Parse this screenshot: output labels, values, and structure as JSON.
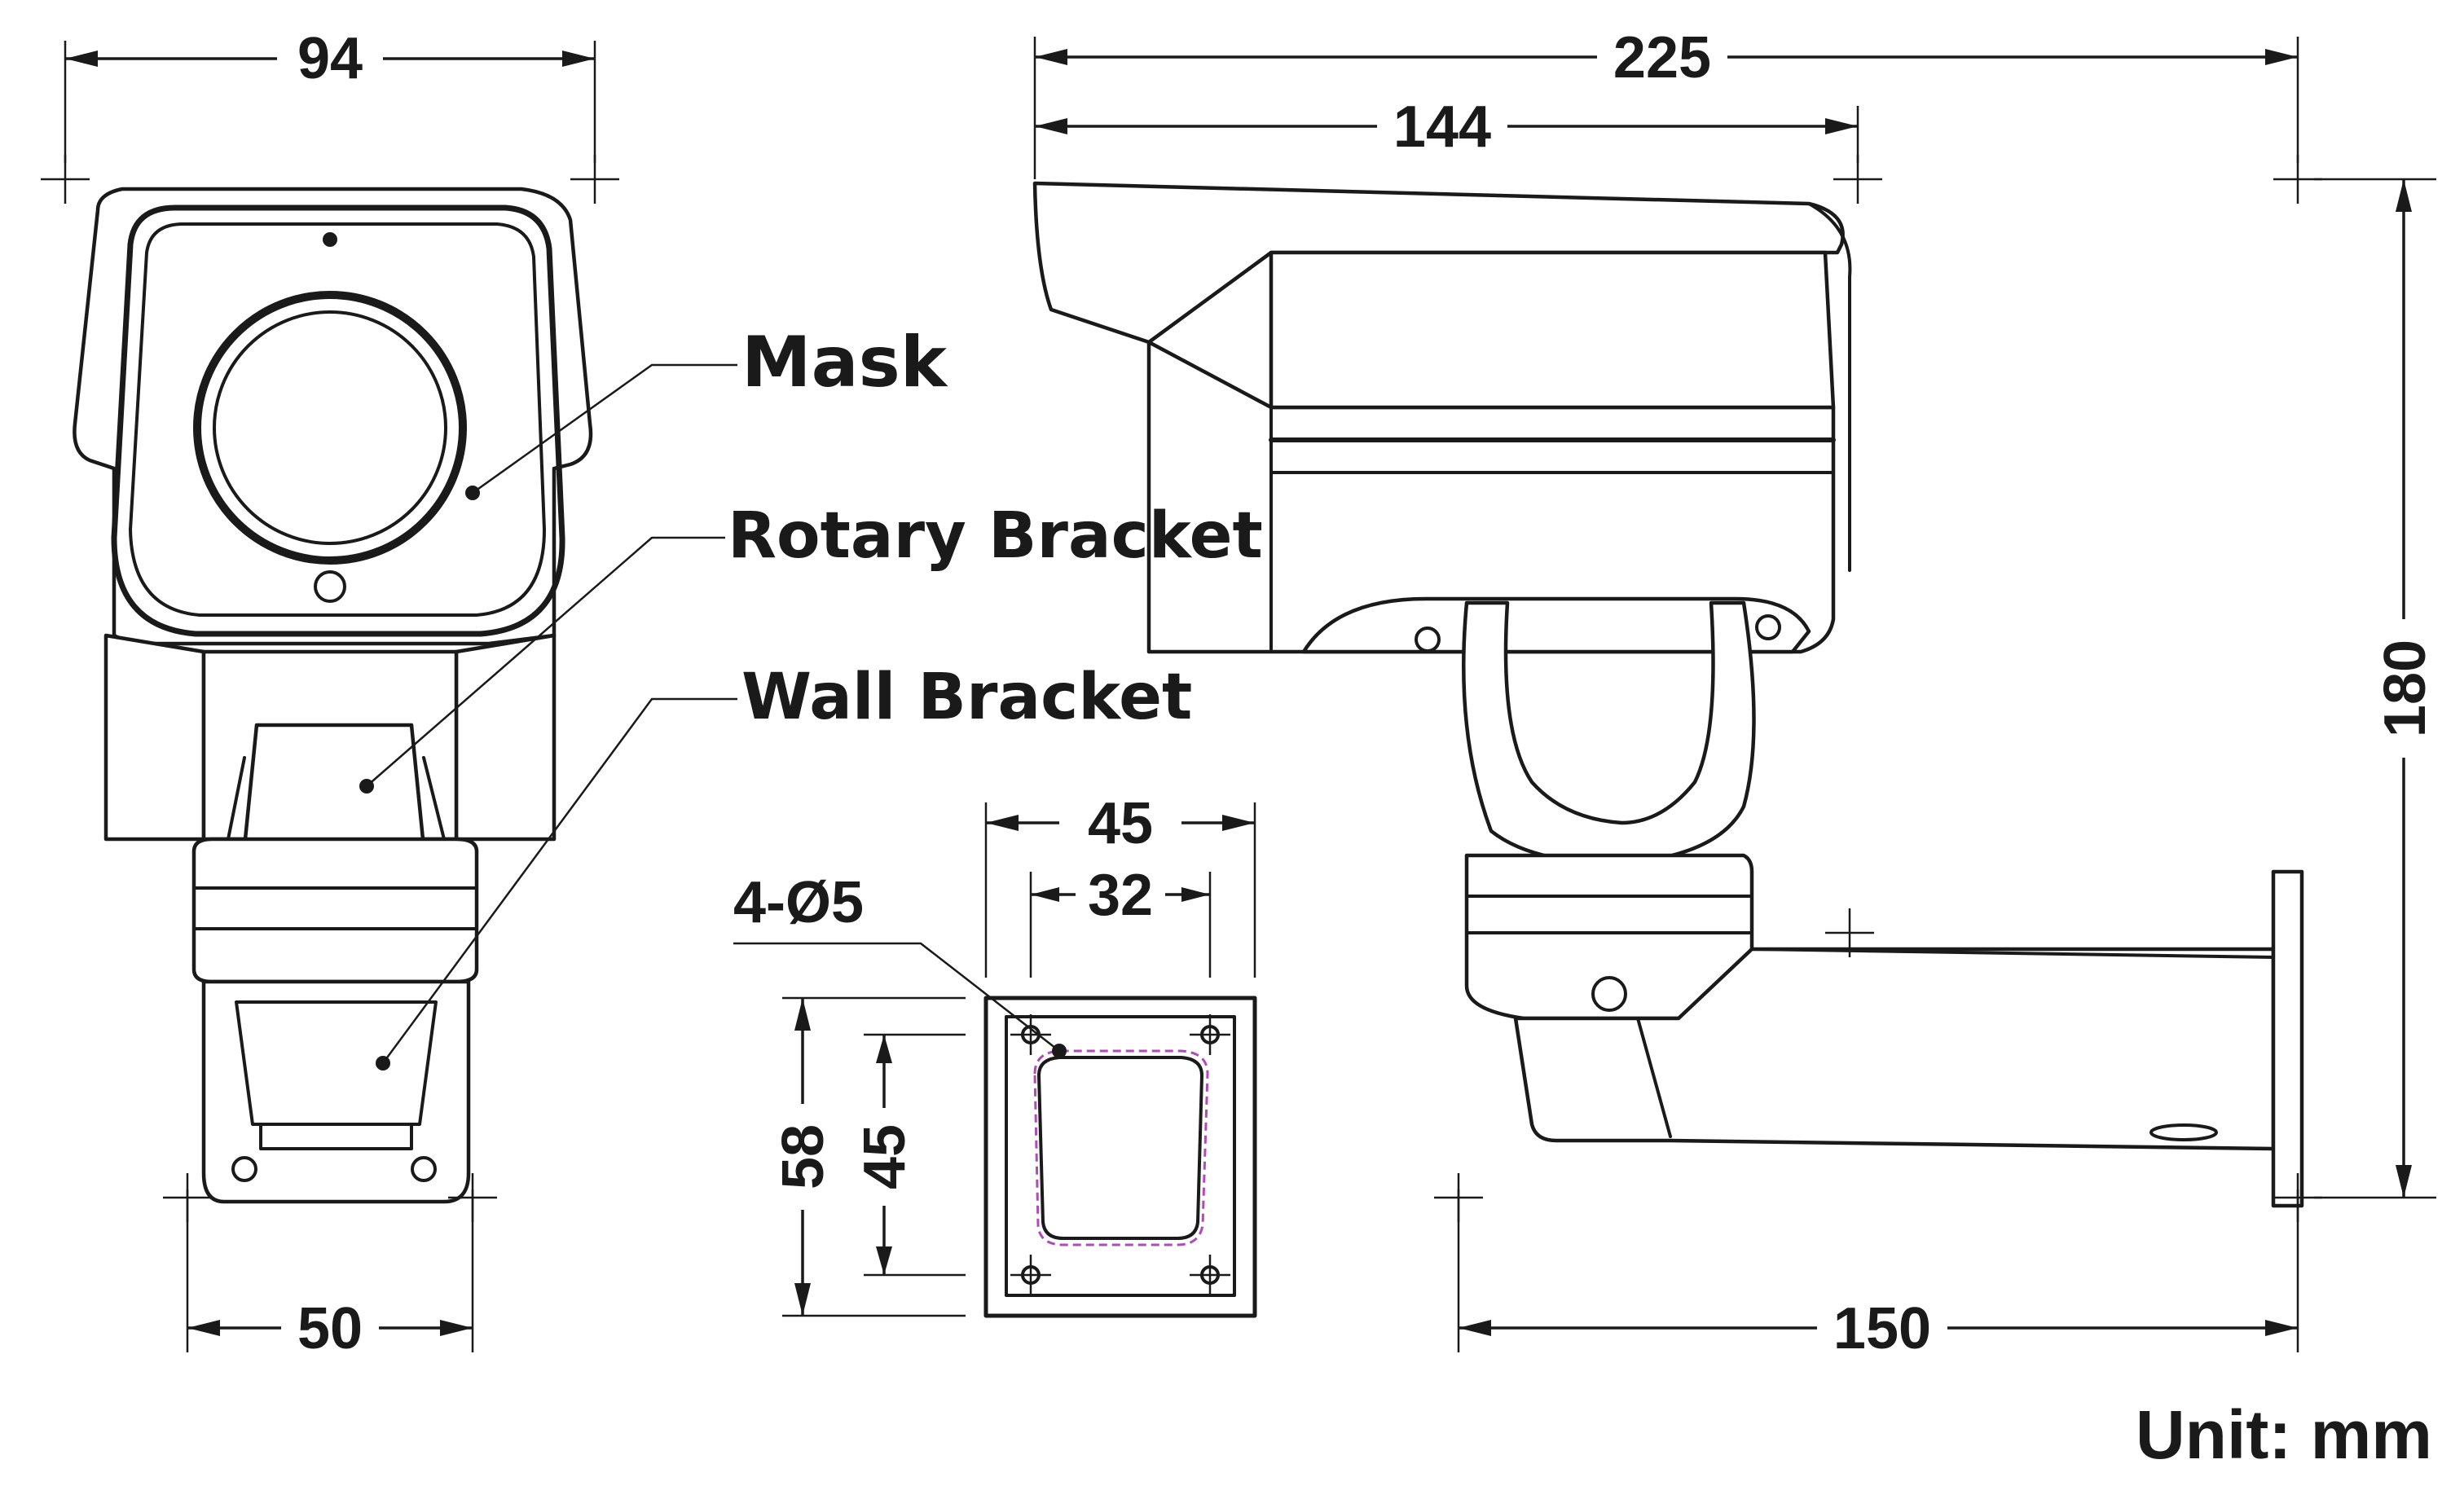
{
  "callouts": {
    "mask": "Mask",
    "rotary_bracket": "Rotary Bracket",
    "wall_bracket": "Wall Bracket"
  },
  "dimensions": {
    "front_width": "94",
    "base_width": "50",
    "total_length": "225",
    "housing_length": "144",
    "total_height": "180",
    "bracket_depth": "150",
    "plate_width": "45",
    "plate_hole_spacing_x": "32",
    "plate_height": "58",
    "plate_hole_spacing_y": "45",
    "plate_holes": "4-Ø5"
  },
  "unit_note": "Unit: mm"
}
